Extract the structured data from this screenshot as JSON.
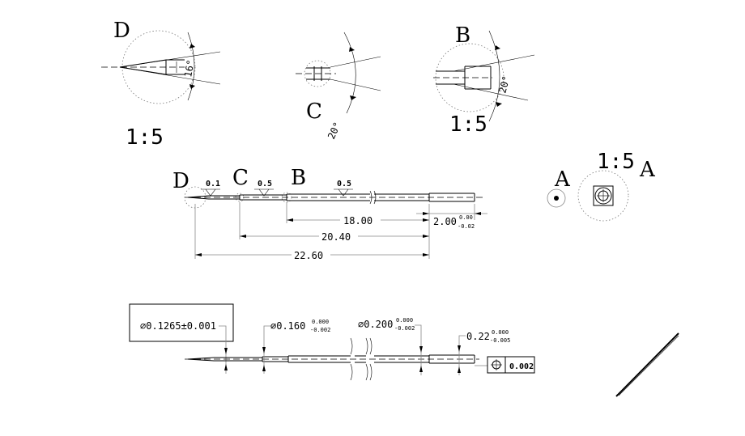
{
  "details": {
    "D": {
      "label": "D",
      "scale": "1:5",
      "angle": "16°"
    },
    "C": {
      "label": "C",
      "angle": "20°"
    },
    "B": {
      "label": "B",
      "scale": "1:5",
      "angle": "20°"
    },
    "A": {
      "label": "A",
      "scale": "1:5"
    }
  },
  "side_view": {
    "labels": {
      "D": "D",
      "C": "C",
      "B": "B",
      "A": "A"
    },
    "roughness": [
      "0.1",
      "0.5",
      "0.5"
    ],
    "dims": [
      {
        "value": "18.00"
      },
      {
        "value": "20.40"
      },
      {
        "value": "22.60"
      },
      {
        "value": "2.00",
        "tol_upper": "0.00",
        "tol_lower": "-0.02"
      }
    ]
  },
  "diameter_view": {
    "boxed_dim": "⌀0.1265±0.001",
    "dims": [
      {
        "value": "⌀0.160",
        "tol_upper": "0.000",
        "tol_lower": "-0.002"
      },
      {
        "value": "⌀0.200",
        "tol_upper": "0.000",
        "tol_lower": "-0.002"
      },
      {
        "value": "0.22",
        "tol_upper": "0.000",
        "tol_lower": "-0.005"
      }
    ],
    "gdt_symbol": "⌖",
    "gdt_value": "0.002"
  }
}
